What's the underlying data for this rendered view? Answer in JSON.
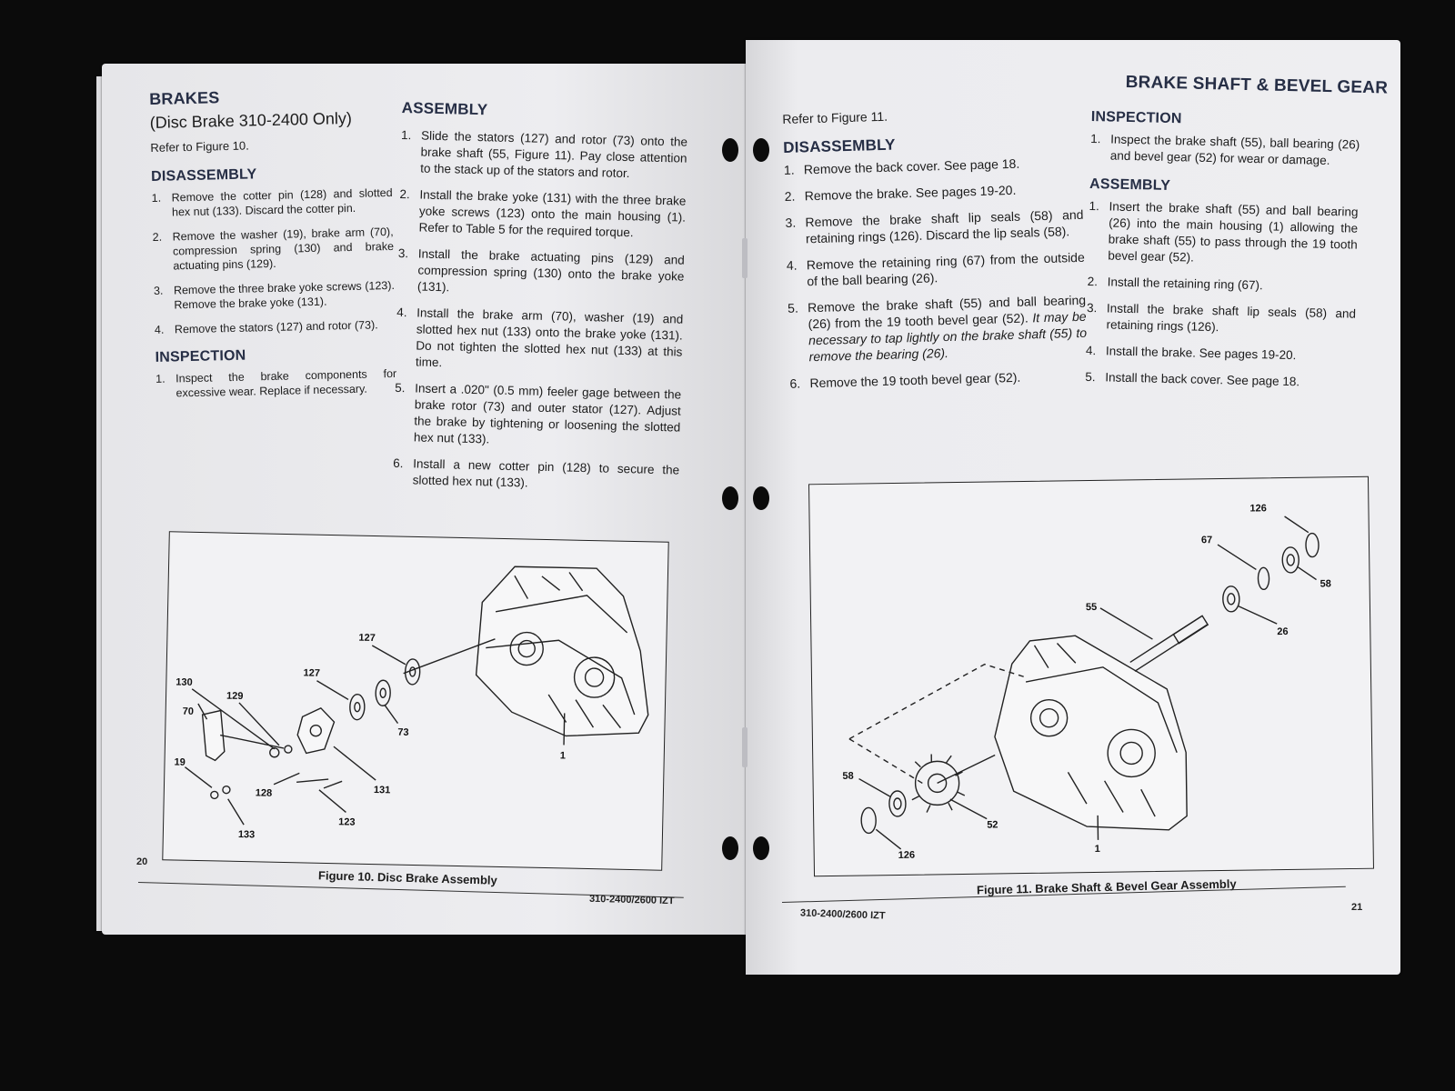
{
  "left_page": {
    "brakes": {
      "heading": "BRAKES",
      "subtitle": "(Disc Brake 310-2400 Only)",
      "refer": "Refer to Figure 10.",
      "disassembly_heading": "DISASSEMBLY",
      "disassembly_steps": [
        {
          "n": "1.",
          "text": "Remove the cotter pin (128) and slotted hex nut (133). Discard the cotter pin."
        },
        {
          "n": "2.",
          "text": "Remove the washer (19), brake arm (70), compression spring (130) and brake actuating pins (129)."
        },
        {
          "n": "3.",
          "text": "Remove the three brake yoke screws (123). Remove the brake yoke (131)."
        },
        {
          "n": "4.",
          "text": "Remove the stators (127) and rotor (73)."
        }
      ],
      "inspection_heading": "INSPECTION",
      "inspection_steps": [
        {
          "n": "1.",
          "text": "Inspect the brake components for excessive wear. Replace if necessary."
        }
      ]
    },
    "assembly": {
      "heading": "ASSEMBLY",
      "steps": [
        {
          "n": "1.",
          "text": "Slide the stators (127) and rotor (73) onto the brake shaft (55, Figure 11). Pay close attention to the stack up of the stators and rotor."
        },
        {
          "n": "2.",
          "text": "Install the brake yoke (131) with the three brake yoke screws (123) onto the main housing (1). Refer to Table 5 for the required torque."
        },
        {
          "n": "3.",
          "text": "Install the brake actuating pins (129) and compression spring (130) onto the brake yoke (131)."
        },
        {
          "n": "4.",
          "text": "Install the brake arm (70), washer (19) and slotted hex nut (133) onto the brake yoke (131). Do not tighten the slotted hex nut (133) at this time."
        },
        {
          "n": "5.",
          "text": "Insert a .020\" (0.5 mm) feeler gage between the brake rotor (73) and outer stator (127). Adjust the brake by tightening or loosening the slotted hex nut (133)."
        },
        {
          "n": "6.",
          "text": "Install a new cotter pin (128) to secure the slotted hex nut (133)."
        }
      ]
    },
    "figure": {
      "caption": "Figure 10. Disc Brake Assembly",
      "callouts": {
        "c127a": "127",
        "c127b": "127",
        "c130": "130",
        "c129": "129",
        "c70": "70",
        "c73": "73",
        "c1": "1",
        "c19": "19",
        "c128": "128",
        "c131": "131",
        "c123": "123",
        "c133": "133"
      }
    },
    "page_number": "20",
    "footer": "310-2400/2600 IZT"
  },
  "right_page": {
    "header_title": "BRAKE SHAFT & BEVEL GEAR",
    "refer": "Refer to Figure 11.",
    "disassembly_heading": "DISASSEMBLY",
    "disassembly_steps": [
      {
        "n": "1.",
        "text": "Remove the back cover. See page 18."
      },
      {
        "n": "2.",
        "text": "Remove the brake. See pages 19-20."
      },
      {
        "n": "3.",
        "text": "Remove the brake shaft lip seals (58) and retaining rings (126). Discard the lip seals (58)."
      },
      {
        "n": "4.",
        "text": "Remove the retaining ring (67) from the outside of the ball bearing (26)."
      },
      {
        "n": "5.",
        "text": "Remove the brake shaft (55) and ball bearing (26) from the 19 tooth bevel gear (52).",
        "italic": "It may be necessary to tap lightly on the brake shaft (55) to remove the bearing (26)."
      },
      {
        "n": "6.",
        "text": "Remove the 19 tooth bevel gear (52)."
      }
    ],
    "inspection_heading": "INSPECTION",
    "inspection_steps": [
      {
        "n": "1.",
        "text": "Inspect the brake shaft (55), ball bearing (26) and bevel gear (52) for wear or damage."
      }
    ],
    "assembly_heading": "ASSEMBLY",
    "assembly_steps": [
      {
        "n": "1.",
        "text": "Insert the brake shaft (55) and ball bearing (26) into the main housing (1) allowing the brake shaft (55) to pass through the 19 tooth bevel gear (52)."
      },
      {
        "n": "2.",
        "text": "Install the retaining ring (67)."
      },
      {
        "n": "3.",
        "text": "Install the brake shaft lip seals (58) and retaining rings (126)."
      },
      {
        "n": "4.",
        "text": "Install the brake. See pages 19-20."
      },
      {
        "n": "5.",
        "text": "Install the back cover. See page 18."
      }
    ],
    "figure": {
      "caption": "Figure 11. Brake Shaft & Bevel Gear Assembly",
      "callouts": {
        "c126a": "126",
        "c67": "67",
        "c58a": "58",
        "c55": "55",
        "c26": "26",
        "c58b": "58",
        "c52": "52",
        "c126b": "126",
        "c1": "1"
      }
    },
    "footer": "310-2400/2600 IZT",
    "page_number": "21"
  }
}
